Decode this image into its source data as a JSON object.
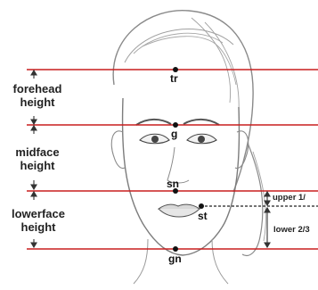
{
  "regions": {
    "forehead": [
      "forehead",
      "height"
    ],
    "midface": [
      "midface",
      "height"
    ],
    "lowerface": [
      "lowerface",
      "height"
    ]
  },
  "landmarks": {
    "tr": "tr",
    "g": "g",
    "sn": "sn",
    "st": "st",
    "gn": "gn"
  },
  "lower_face_split": {
    "upper": "upper 1/",
    "lower": "lower 2/3"
  },
  "colors": {
    "reference_line": "#c81e1e",
    "sketch": "#8a8a8a",
    "arrow": "#333333"
  }
}
